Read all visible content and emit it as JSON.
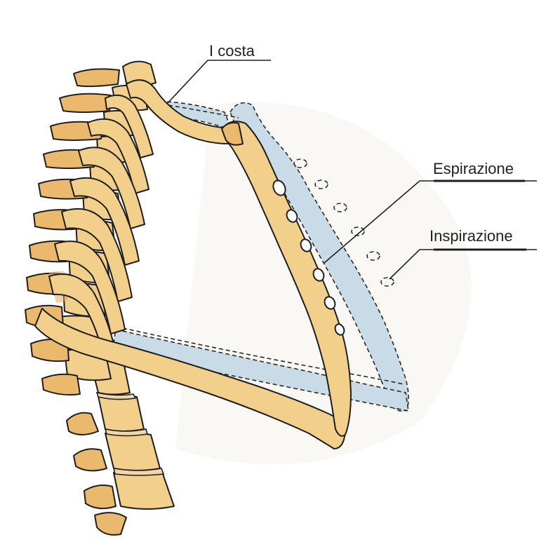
{
  "labels": {
    "first_rib": "I costa",
    "expiration": "Espirazione",
    "inspiration": "Inspirazione"
  },
  "colors": {
    "bone": "#f3cf8c",
    "bone_shade": "#eab96e",
    "inspiration_fill": "#c9dbe6",
    "outline": "#1e1e1e",
    "background": "#ffffff"
  }
}
